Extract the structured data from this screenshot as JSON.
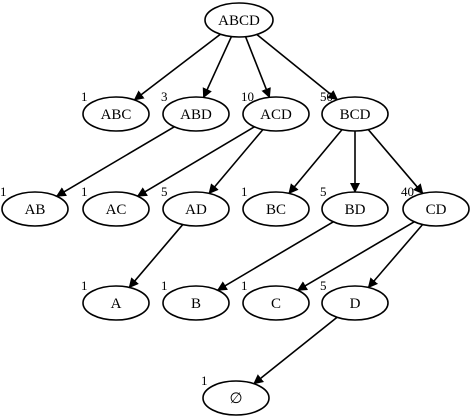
{
  "diagram": {
    "nodes": [
      {
        "id": "ABCD",
        "label": "ABCD",
        "count": ""
      },
      {
        "id": "ABC",
        "label": "ABC",
        "count": "1"
      },
      {
        "id": "ABD",
        "label": "ABD",
        "count": "3"
      },
      {
        "id": "ACD",
        "label": "ACD",
        "count": "10"
      },
      {
        "id": "BCD",
        "label": "BCD",
        "count": "50"
      },
      {
        "id": "AB",
        "label": "AB",
        "count": "1"
      },
      {
        "id": "AC",
        "label": "AC",
        "count": "1"
      },
      {
        "id": "AD",
        "label": "AD",
        "count": "5"
      },
      {
        "id": "BC",
        "label": "BC",
        "count": "1"
      },
      {
        "id": "BD",
        "label": "BD",
        "count": "5"
      },
      {
        "id": "CD",
        "label": "CD",
        "count": "40"
      },
      {
        "id": "A",
        "label": "A",
        "count": "1"
      },
      {
        "id": "B",
        "label": "B",
        "count": "1"
      },
      {
        "id": "C",
        "label": "C",
        "count": "1"
      },
      {
        "id": "D",
        "label": "D",
        "count": "5"
      },
      {
        "id": "EMPTY",
        "label": "∅",
        "count": "1"
      }
    ],
    "edges": [
      {
        "from": "ABCD",
        "to": "ABC"
      },
      {
        "from": "ABCD",
        "to": "ABD"
      },
      {
        "from": "ABCD",
        "to": "ACD"
      },
      {
        "from": "ABCD",
        "to": "BCD"
      },
      {
        "from": "ABD",
        "to": "AB"
      },
      {
        "from": "ACD",
        "to": "AC"
      },
      {
        "from": "ACD",
        "to": "AD"
      },
      {
        "from": "BCD",
        "to": "BC"
      },
      {
        "from": "BCD",
        "to": "BD"
      },
      {
        "from": "BCD",
        "to": "CD"
      },
      {
        "from": "AD",
        "to": "A"
      },
      {
        "from": "BD",
        "to": "B"
      },
      {
        "from": "CD",
        "to": "C"
      },
      {
        "from": "CD",
        "to": "D"
      },
      {
        "from": "D",
        "to": "EMPTY"
      }
    ]
  }
}
